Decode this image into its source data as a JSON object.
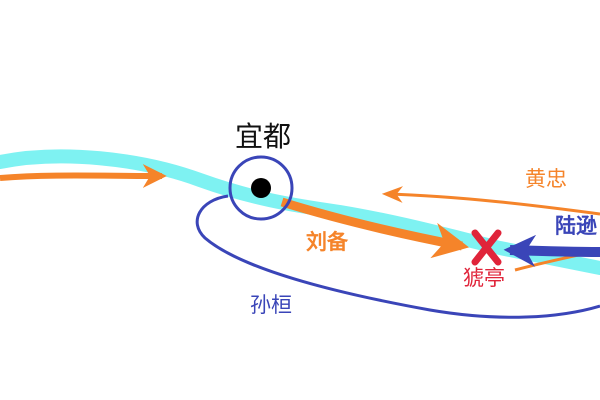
{
  "labels": {
    "yidu": "宜都",
    "liu_bei": "刘备",
    "huang_zhong": "黄忠",
    "xiaoting": "猇亭",
    "lu_xun": "陆逊",
    "sun_huan": "孙桓"
  },
  "colors": {
    "river": "#7ef2f2",
    "shu_army": "#f5842a",
    "wu_army": "#3a45b8",
    "city_marker": "#3a45b8",
    "battle_marker": "#e0243a",
    "city_text": "#111111"
  },
  "icons": {
    "city": "circled-dot",
    "battle": "red-cross"
  }
}
